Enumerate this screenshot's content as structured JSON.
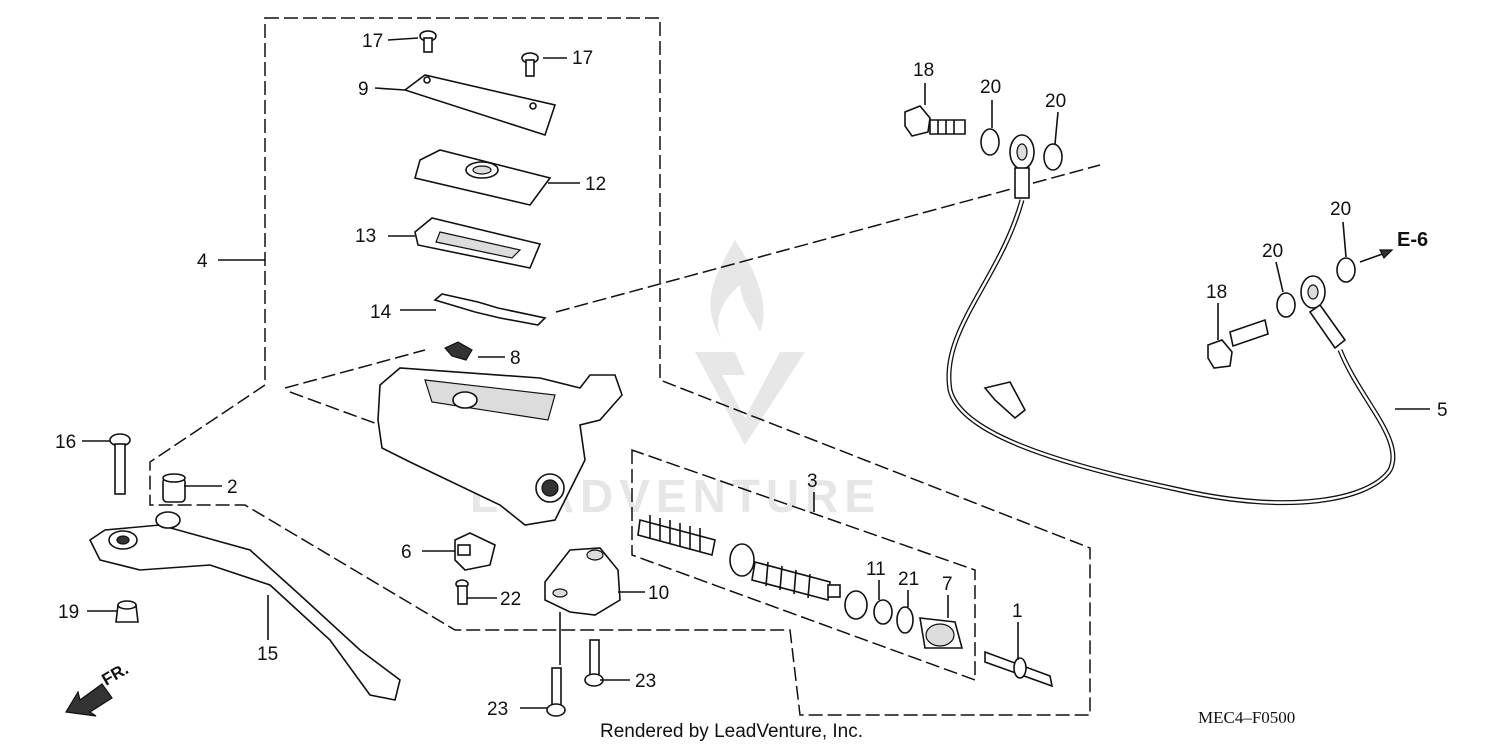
{
  "callouts": {
    "c1": "1",
    "c2": "2",
    "c3": "3",
    "c4": "4",
    "c5": "5",
    "c6": "6",
    "c7": "7",
    "c8": "8",
    "c9": "9",
    "c10": "10",
    "c11": "11",
    "c12": "12",
    "c13": "13",
    "c14": "14",
    "c15": "15",
    "c16": "16",
    "c17a": "17",
    "c17b": "17",
    "c18a": "18",
    "c18b": "18",
    "c19": "19",
    "c20a": "20",
    "c20b": "20",
    "c20c": "20",
    "c20d": "20",
    "c21": "21",
    "c22": "22",
    "c23a": "23",
    "c23b": "23"
  },
  "reference": "E-6",
  "direction_label": "FR.",
  "diagram_code": "MEC4–F0500",
  "credit": "Rendered by LeadVenture, Inc.",
  "watermark": "LEADVENTURE"
}
